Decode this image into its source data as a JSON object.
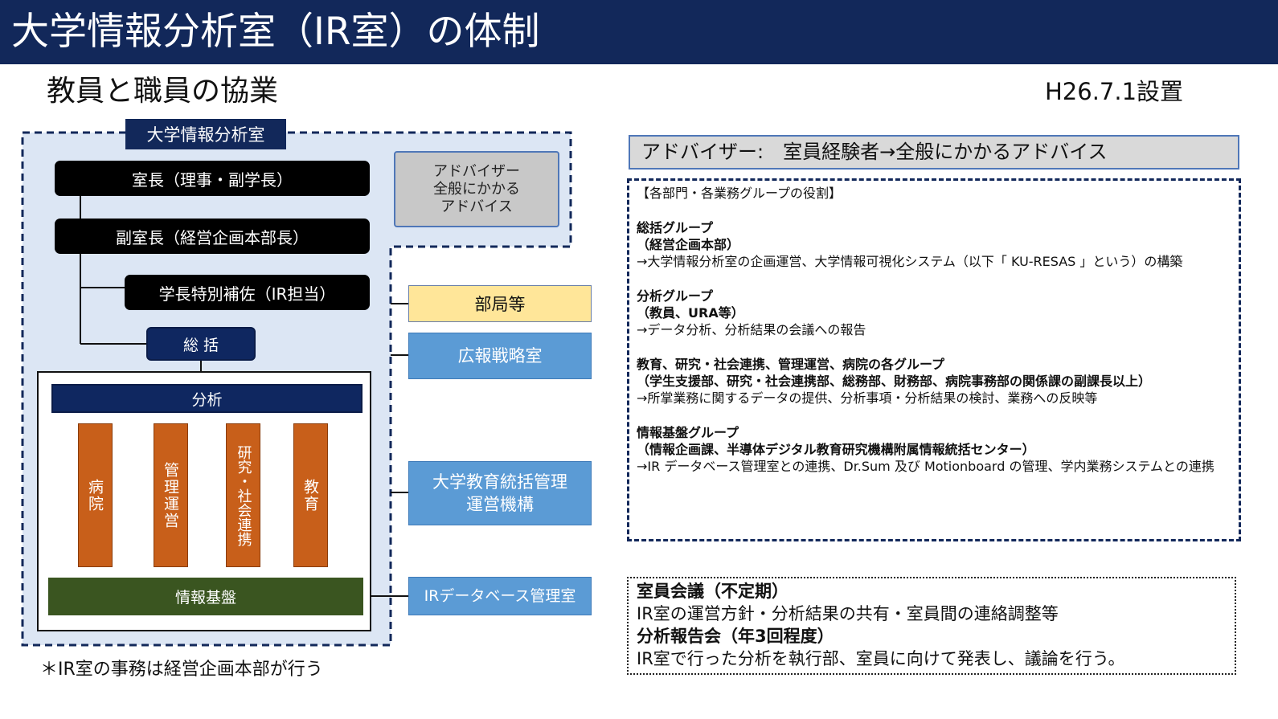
{
  "header": {
    "title": "大学情報分析室（IR室）の体制"
  },
  "subtitle": "教員と職員の協業",
  "established": "H26.7.1設置",
  "org": {
    "frame_title": "大学情報分析室",
    "director": "室長（理事・副学長）",
    "vice_director": "副室長（経営企画本部長）",
    "special_aide": "学長特別補佐（IR担当）",
    "general": "総 括",
    "analysis": "分析",
    "columns": [
      "病院",
      "管理運営",
      "研究・社会連携",
      "教育"
    ],
    "infrastructure": "情報基盤",
    "advisor": {
      "line1": "アドバイザー",
      "line2": "全般にかかる",
      "line3": "アドバイス"
    },
    "external": {
      "bukyoku": "部局等",
      "pr": "広報戦略室",
      "edu_line1": "大学教育統括管理",
      "edu_line2": "運営機構",
      "irdb": "IRデータベース管理室"
    }
  },
  "footnote": "＊IR室の事務は経営企画本部が行う",
  "right": {
    "advisor_header": "アドバイザー:　室員経験者→全般にかかるアドバイス",
    "roles_title": "【各部門・各業務グループの役割】",
    "roles": [
      {
        "name": "総括グループ",
        "member": "（経営企画本部）",
        "desc": "→大学情報分析室の企画運営、大学情報可視化システム（以下「 KU-RESAS 」という）の構築"
      },
      {
        "name": "分析グループ",
        "member": "（教員、URA等）",
        "desc": "→データ分析、分析結果の会議への報告"
      },
      {
        "name": "教育、研究・社会連携、管理運営、病院の各グループ",
        "member": "（学生支援部、研究・社会連携部、総務部、財務部、病院事務部の関係課の副課長以上）",
        "desc": "→所掌業務に関するデータの提供、分析事項・分析結果の検討、業務への反映等"
      },
      {
        "name": "情報基盤グループ",
        "member": "（情報企画課、半導体デジタル教育研究機構附属情報統括センター）",
        "desc": "→IR データベース管理室との連携、Dr.Sum 及び Motionboard の管理、学内業務システムとの連携"
      }
    ],
    "meeting1_title": "室員会議（不定期）",
    "meeting1_desc": "IR室の運営方針・分析結果の共有・室員間の連絡調整等",
    "meeting2_title": "分析報告会（年3回程度）",
    "meeting2_desc": "IR室で行った分析を執行部、室員に向けて発表し、議論を行う。"
  },
  "colors": {
    "navy": "#12285a",
    "orange": "#c85f1a",
    "green": "#3a5520",
    "blue": "#5b9bd5",
    "yellow": "#ffe699",
    "frame_fill": "#dce6f4"
  }
}
